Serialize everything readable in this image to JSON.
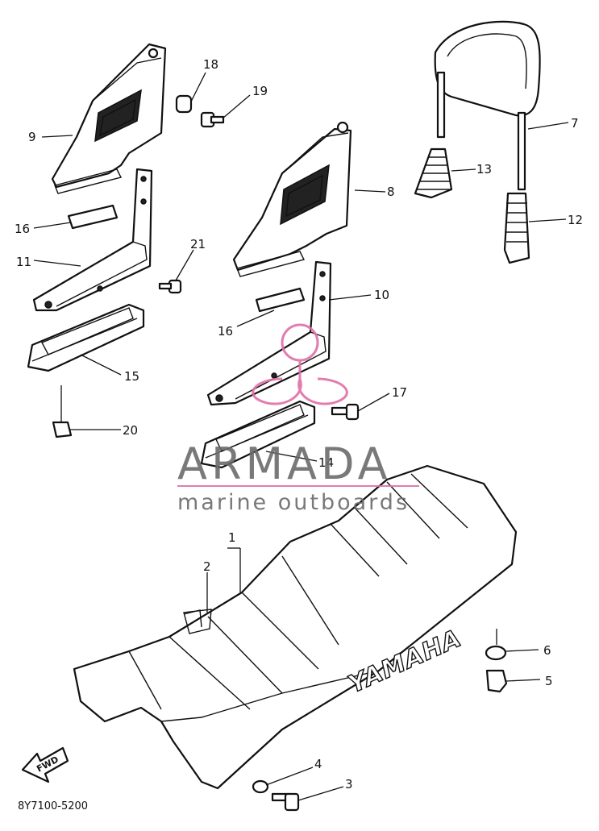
{
  "callouts": {
    "c1": "1",
    "c2": "2",
    "c3": "3",
    "c4": "4",
    "c5": "5",
    "c6": "6",
    "c7": "7",
    "c8": "8",
    "c9": "9",
    "c10": "10",
    "c11": "11",
    "c12": "12",
    "c13": "13",
    "c14": "14",
    "c15": "15",
    "c16a": "16",
    "c16b": "16",
    "c17": "17",
    "c18": "18",
    "c19": "19",
    "c20": "20",
    "c21": "21"
  },
  "diagram_code": "8Y7100-5200",
  "seat_brand": "YAMAHA",
  "fwd_label": "FWD",
  "watermark": {
    "title": "ARMADA",
    "subtitle": "marine outboards",
    "logo_color": "#e070a8",
    "text_color": "#6b6b6b"
  }
}
